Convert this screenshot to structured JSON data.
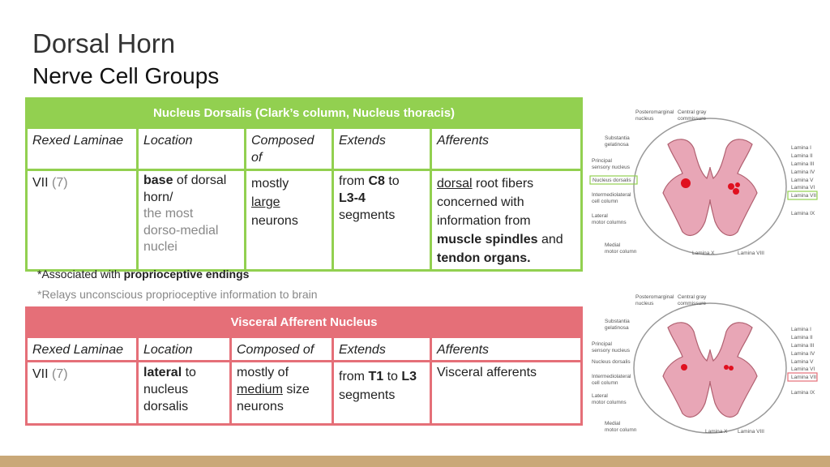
{
  "title": "Dorsal Horn",
  "subtitle": "Nerve Cell Groups",
  "table1": {
    "header": "Nucleus Dorsalis (Clark’s column, Nucleus thoracis)",
    "columns": [
      "Rexed Laminae",
      "Location",
      "Composed",
      "of",
      "Extends",
      "Afferents"
    ],
    "laminae": "VII",
    "laminae_num": "(7)",
    "location_bold": "base",
    "location_rest1": " of dorsal",
    "location_rest2": "horn/",
    "location_grey1": "the most",
    "location_grey2": "dorso-medial",
    "location_grey3": "nuclei",
    "composed_1": "mostly",
    "composed_2": "large",
    "composed_3": "neurons",
    "extends_1": "from ",
    "extends_c8": "C8",
    "extends_2": " to",
    "extends_l34": "L3-4",
    "extends_3": "segments",
    "aff_dorsal": "dorsal",
    "aff_1": " root fibers",
    "aff_2": "concerned with",
    "aff_3": "information from",
    "aff_muscle": "muscle spindles",
    "aff_and": " and",
    "aff_tendon": "tendon organs."
  },
  "notes": {
    "note1_prefix": "*Associated with ",
    "note1_bold": "proprioceptive endings",
    "note2": "*Relays unconscious proprioceptive information to brain"
  },
  "table2": {
    "header": "Visceral Afferent Nucleus",
    "columns": [
      "Rexed Laminae",
      "Location",
      "Composed of",
      "Extends",
      "Afferents"
    ],
    "laminae": "VII",
    "laminae_num": "(7)",
    "location_bold": "lateral",
    "location_rest1": " to",
    "location_rest2": "nucleus",
    "location_rest3": "dorsalis",
    "composed_1": "mostly of",
    "composed_medium": "medium",
    "composed_2": " size",
    "composed_3": "neurons",
    "extends_1": "from ",
    "extends_t1": "T1",
    "extends_to": " to ",
    "extends_l3": "L3",
    "extends_2": "segments",
    "afferents": "Visceral afferents"
  },
  "diagram_labels": {
    "posteromarginal": "Posteromarginal",
    "nucleus": "nucleus",
    "central_gray": "Central gray",
    "commissure": "commissure",
    "substantia": "Substantia",
    "gelatinosa": "gelatinosa",
    "principal": "Principal",
    "sensory_nucleus": "sensory nucleus",
    "nucleus_dorsalis": "Nucleus dorsalis",
    "intermediolateral": "Intermediolateral",
    "cell_column": "cell column",
    "lateral": "Lateral",
    "motor_columns": "motor columns",
    "medial": "Medial",
    "motor_column": "motor column",
    "lamina_i": "Lamina I",
    "lamina_ii": "Lamina II",
    "lamina_iii": "Lamina III",
    "lamina_iv": "Lamina IV",
    "lamina_v": "Lamina V",
    "lamina_vi": "Lamina VI",
    "lamina_vii": "Lamina VII",
    "lamina_ix": "Lamina IX",
    "lamina_x": "Lamina X",
    "lamina_viii": "Lamina VIII"
  },
  "colors": {
    "green": "#92d050",
    "red": "#e56f78",
    "gray_matter": "#e8a6b6",
    "dot": "#e0101f",
    "bar": "#c9a878"
  }
}
